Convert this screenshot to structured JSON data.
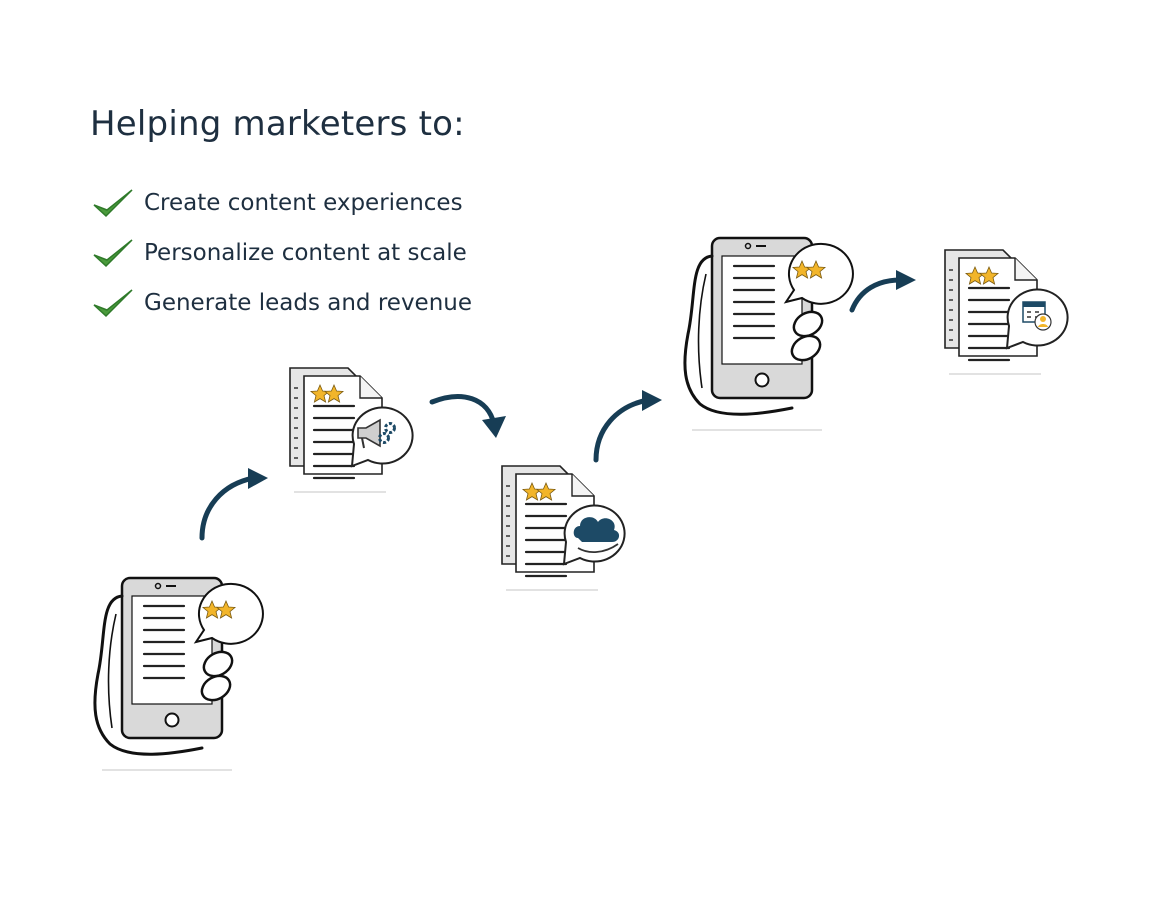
{
  "header": {
    "title": "Helping marketers to:"
  },
  "checklist": {
    "items": [
      {
        "icon": "check-icon",
        "label": "Create content experiences"
      },
      {
        "icon": "check-icon",
        "label": "Personalize content at scale"
      },
      {
        "icon": "check-icon",
        "label": "Generate leads and revenue"
      }
    ]
  },
  "diagram": {
    "steps": [
      {
        "icon": "phone-review-icon"
      },
      {
        "icon": "document-megaphone-icon"
      },
      {
        "icon": "document-cloud-icon"
      },
      {
        "icon": "phone-review-icon"
      },
      {
        "icon": "document-calendar-icon"
      }
    ],
    "arrow_icon": "curved-arrow-icon"
  },
  "colors": {
    "text": "#1e2f40",
    "check": "#4a9a3b",
    "arrow": "#173d55",
    "star": "#f2b52a",
    "cloud": "#1d4a66",
    "device": "#d9d9d9"
  }
}
